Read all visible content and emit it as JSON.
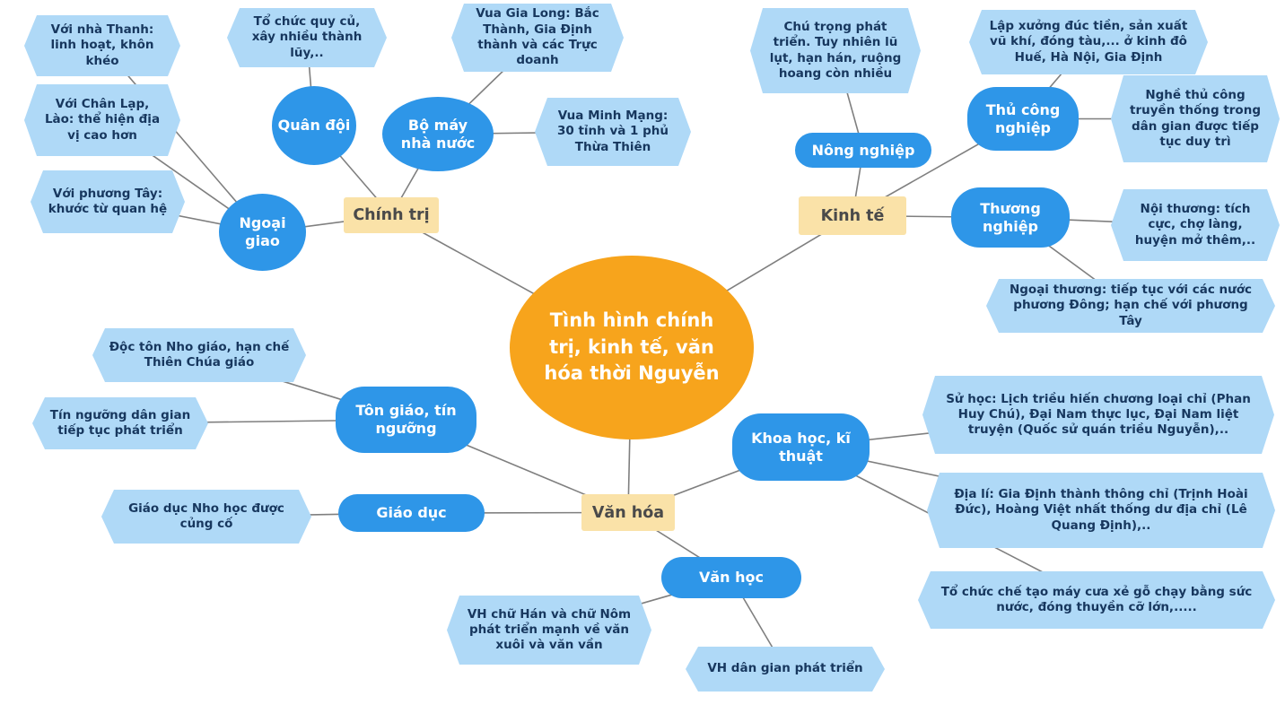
{
  "title": "Tình hình chính trị, kinh tế, văn hóa thời Nguyễn",
  "colors": {
    "center_bg": "#F7A41C",
    "branch_bg": "#FAE2A8",
    "branch_text": "#4A4A4A",
    "sub_bg": "#2E96E8",
    "sub_text": "#FFFFFF",
    "leaf_bg": "#AFD9F7",
    "leaf_text": "#17375E",
    "line": "#7F7F7F",
    "page_bg": "#FFFFFF"
  },
  "center": {
    "label": "Tình hình chính trị, kinh tế, văn hóa thời Nguyễn"
  },
  "branches": [
    {
      "id": "chinh-tri",
      "label": "Chính trị"
    },
    {
      "id": "kinh-te",
      "label": "Kinh tế"
    },
    {
      "id": "van-hoa",
      "label": "Văn hóa"
    }
  ],
  "subnodes": [
    {
      "id": "quan-doi",
      "label": "Quân đội"
    },
    {
      "id": "bo-may",
      "label": "Bộ máy nhà nước"
    },
    {
      "id": "ngoai-giao",
      "label": "Ngoại giao"
    },
    {
      "id": "nong-nghiep",
      "label": "Nông nghiệp"
    },
    {
      "id": "thu-cong",
      "label": "Thủ công nghiệp"
    },
    {
      "id": "thuong-nghiep",
      "label": "Thương nghiệp"
    },
    {
      "id": "ton-giao",
      "label": "Tôn giáo, tín ngưỡng"
    },
    {
      "id": "giao-duc",
      "label": "Giáo dục"
    },
    {
      "id": "khoa-hoc",
      "label": "Khoa học, kĩ thuật"
    },
    {
      "id": "van-hoc",
      "label": "Văn học"
    }
  ],
  "leaves": [
    {
      "id": "leaf-nha-thanh",
      "label": "Với nhà Thanh: linh hoạt, khôn khéo"
    },
    {
      "id": "leaf-chan-lap",
      "label": "Với Chân Lạp, Lào: thể hiện địa vị cao hơn"
    },
    {
      "id": "leaf-phuong-tay",
      "label": "Với phương Tây: khước từ quan hệ"
    },
    {
      "id": "leaf-to-chuc-quy-cu",
      "label": "Tổ chức quy củ, xây nhiều thành lũy,.."
    },
    {
      "id": "leaf-gia-long",
      "label": "Vua Gia Long: Bắc Thành, Gia Định thành và các Trực doanh"
    },
    {
      "id": "leaf-minh-mang",
      "label": "Vua Minh Mạng: 30 tỉnh và 1 phủ Thừa Thiên"
    },
    {
      "id": "leaf-chu-trong",
      "label": "Chú trọng phát triển. Tuy nhiên lũ lụt, hạn hán, ruộng hoang còn nhiều"
    },
    {
      "id": "leaf-lap-xuong",
      "label": "Lập xưởng đúc tiền, sản xuất vũ khí, đóng tàu,... ở kinh đô Huế, Hà Nội, Gia Định"
    },
    {
      "id": "leaf-nghe-thu-cong",
      "label": "Nghề thủ công truyền thống trong dân gian được tiếp tục duy trì"
    },
    {
      "id": "leaf-noi-thuong",
      "label": "Nội thương: tích cực, chợ làng, huyện mở thêm,.."
    },
    {
      "id": "leaf-ngoai-thuong",
      "label": "Ngoại thương: tiếp tục với các nước phương Đông; hạn chế với phương Tây"
    },
    {
      "id": "leaf-doc-ton",
      "label": "Độc tôn Nho giáo, hạn chế Thiên Chúa giáo"
    },
    {
      "id": "leaf-tin-nguong",
      "label": "Tín ngưỡng dân gian tiếp tục phát triển"
    },
    {
      "id": "leaf-nho-hoc",
      "label": "Giáo dục Nho học được củng cố"
    },
    {
      "id": "leaf-su-hoc",
      "label": "Sử học: Lịch triều hiến chương loại chỉ (Phan Huy Chú), Đại Nam thực lục, Đại Nam liệt truyện (Quốc sử quán triều Nguyễn),.."
    },
    {
      "id": "leaf-dia-li",
      "label": "Địa lí: Gia Định thành thông chỉ (Trịnh Hoài Đức), Hoàng Việt nhất thống dư địa chỉ (Lê Quang Định),.."
    },
    {
      "id": "leaf-che-tao",
      "label": "Tổ chức chế tạo máy cưa xẻ gỗ chạy bằng sức nước, đóng thuyền cỡ lớn,....."
    },
    {
      "id": "leaf-chu-han",
      "label": "VH chữ Hán và chữ Nôm phát triển mạnh về văn xuôi và văn vần"
    },
    {
      "id": "leaf-dan-gian",
      "label": "VH dân gian phát triển"
    }
  ],
  "edges": [
    [
      "center",
      "chinh-tri"
    ],
    [
      "center",
      "kinh-te"
    ],
    [
      "center",
      "van-hoa"
    ],
    [
      "chinh-tri",
      "quan-doi"
    ],
    [
      "chinh-tri",
      "bo-may"
    ],
    [
      "chinh-tri",
      "ngoai-giao"
    ],
    [
      "quan-doi",
      "leaf-to-chuc-quy-cu"
    ],
    [
      "bo-may",
      "leaf-gia-long"
    ],
    [
      "bo-may",
      "leaf-minh-mang"
    ],
    [
      "ngoai-giao",
      "leaf-nha-thanh"
    ],
    [
      "ngoai-giao",
      "leaf-chan-lap"
    ],
    [
      "ngoai-giao",
      "leaf-phuong-tay"
    ],
    [
      "kinh-te",
      "nong-nghiep"
    ],
    [
      "kinh-te",
      "thu-cong"
    ],
    [
      "kinh-te",
      "thuong-nghiep"
    ],
    [
      "nong-nghiep",
      "leaf-chu-trong"
    ],
    [
      "thu-cong",
      "leaf-lap-xuong"
    ],
    [
      "thu-cong",
      "leaf-nghe-thu-cong"
    ],
    [
      "thuong-nghiep",
      "leaf-noi-thuong"
    ],
    [
      "thuong-nghiep",
      "leaf-ngoai-thuong"
    ],
    [
      "van-hoa",
      "ton-giao"
    ],
    [
      "van-hoa",
      "giao-duc"
    ],
    [
      "van-hoa",
      "khoa-hoc"
    ],
    [
      "van-hoa",
      "van-hoc"
    ],
    [
      "ton-giao",
      "leaf-doc-ton"
    ],
    [
      "ton-giao",
      "leaf-tin-nguong"
    ],
    [
      "giao-duc",
      "leaf-nho-hoc"
    ],
    [
      "khoa-hoc",
      "leaf-su-hoc"
    ],
    [
      "khoa-hoc",
      "leaf-dia-li"
    ],
    [
      "khoa-hoc",
      "leaf-che-tao"
    ],
    [
      "van-hoc",
      "leaf-chu-han"
    ],
    [
      "van-hoc",
      "leaf-dan-gian"
    ]
  ]
}
